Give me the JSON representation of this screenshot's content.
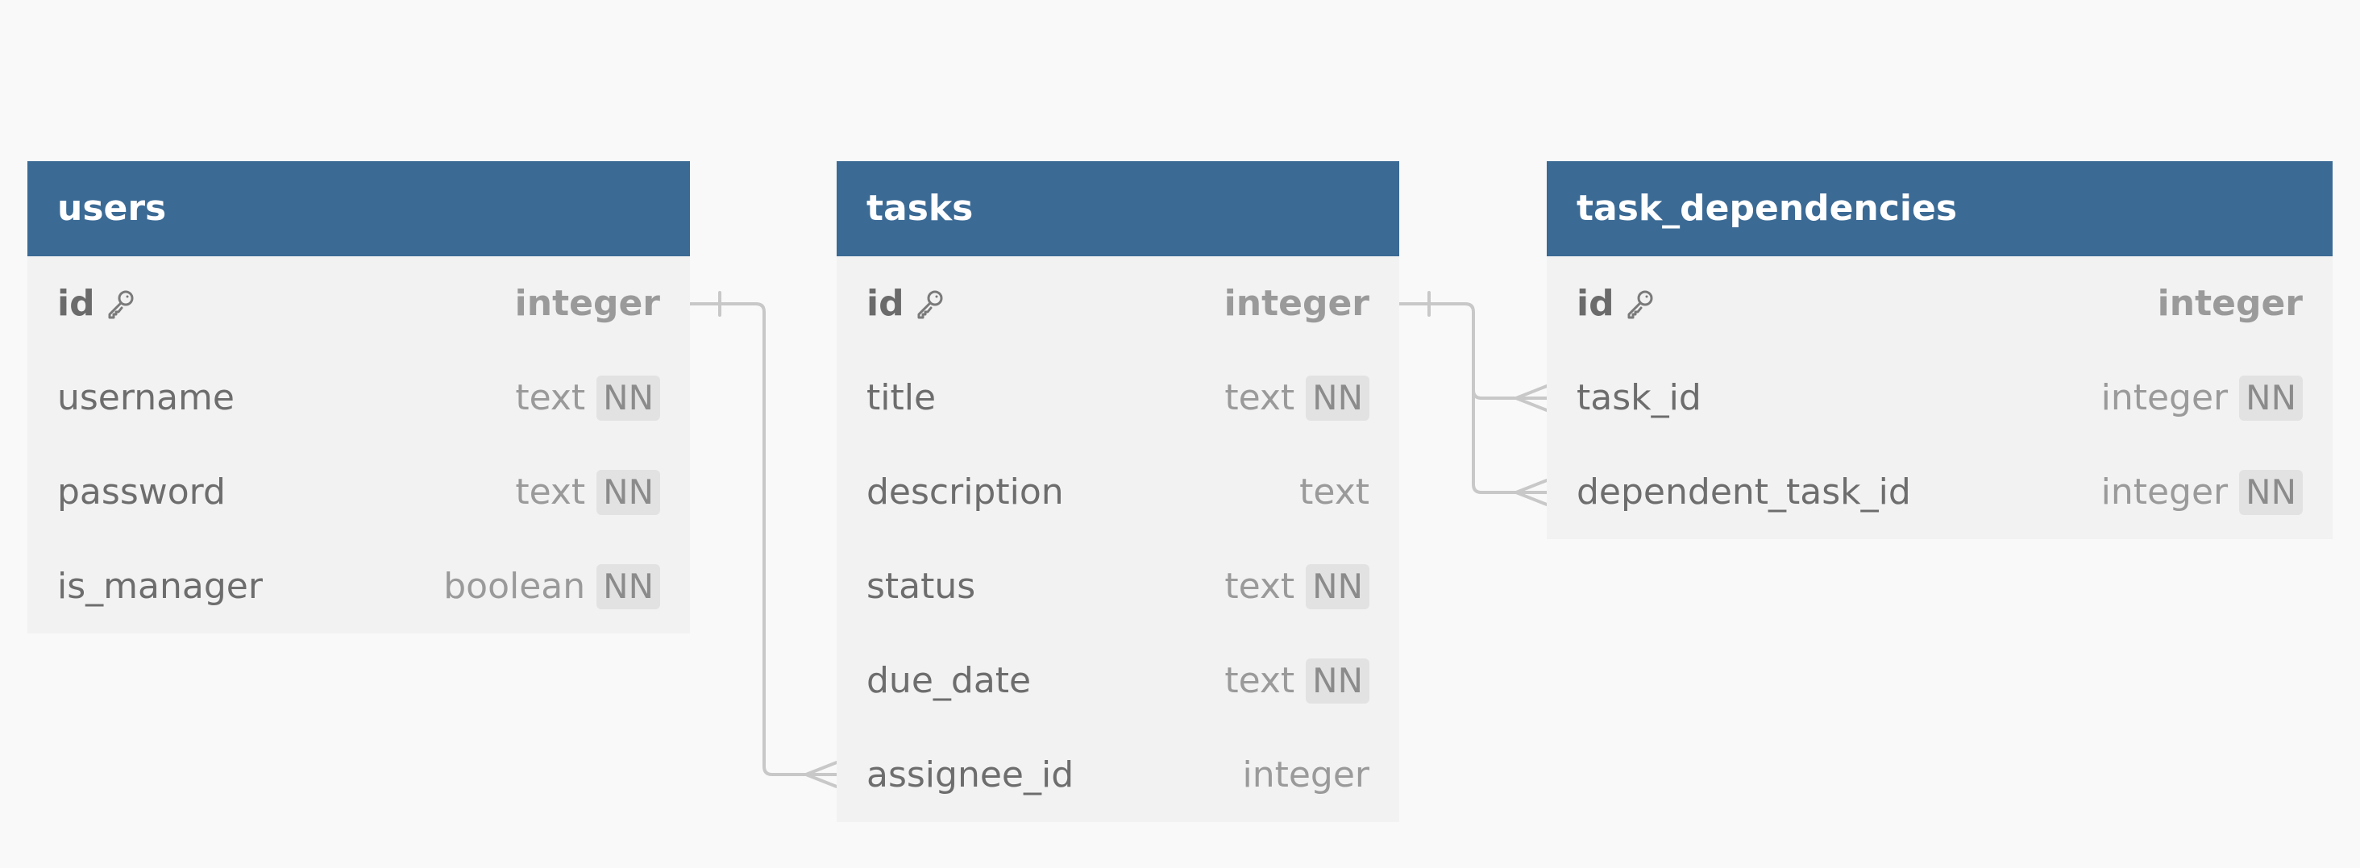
{
  "tables": {
    "users": {
      "name": "users",
      "columns": [
        {
          "name": "id",
          "type": "integer",
          "pk": true,
          "nn": false
        },
        {
          "name": "username",
          "type": "text",
          "pk": false,
          "nn": true
        },
        {
          "name": "password",
          "type": "text",
          "pk": false,
          "nn": true
        },
        {
          "name": "is_manager",
          "type": "boolean",
          "pk": false,
          "nn": true
        }
      ]
    },
    "tasks": {
      "name": "tasks",
      "columns": [
        {
          "name": "id",
          "type": "integer",
          "pk": true,
          "nn": false
        },
        {
          "name": "title",
          "type": "text",
          "pk": false,
          "nn": true
        },
        {
          "name": "description",
          "type": "text",
          "pk": false,
          "nn": false
        },
        {
          "name": "status",
          "type": "text",
          "pk": false,
          "nn": true
        },
        {
          "name": "due_date",
          "type": "text",
          "pk": false,
          "nn": true
        },
        {
          "name": "assignee_id",
          "type": "integer",
          "pk": false,
          "nn": false
        }
      ]
    },
    "task_dependencies": {
      "name": "task_dependencies",
      "columns": [
        {
          "name": "id",
          "type": "integer",
          "pk": true,
          "nn": false
        },
        {
          "name": "task_id",
          "type": "integer",
          "pk": false,
          "nn": true
        },
        {
          "name": "dependent_task_id",
          "type": "integer",
          "pk": false,
          "nn": true
        }
      ]
    }
  },
  "nn_label": "NN",
  "icons": {
    "primary_key": "key-icon"
  },
  "colors": {
    "header": "#3b6a95",
    "body": "#f2f2f2",
    "background": "#f9f9f9",
    "connector": "#c8c8c8"
  }
}
